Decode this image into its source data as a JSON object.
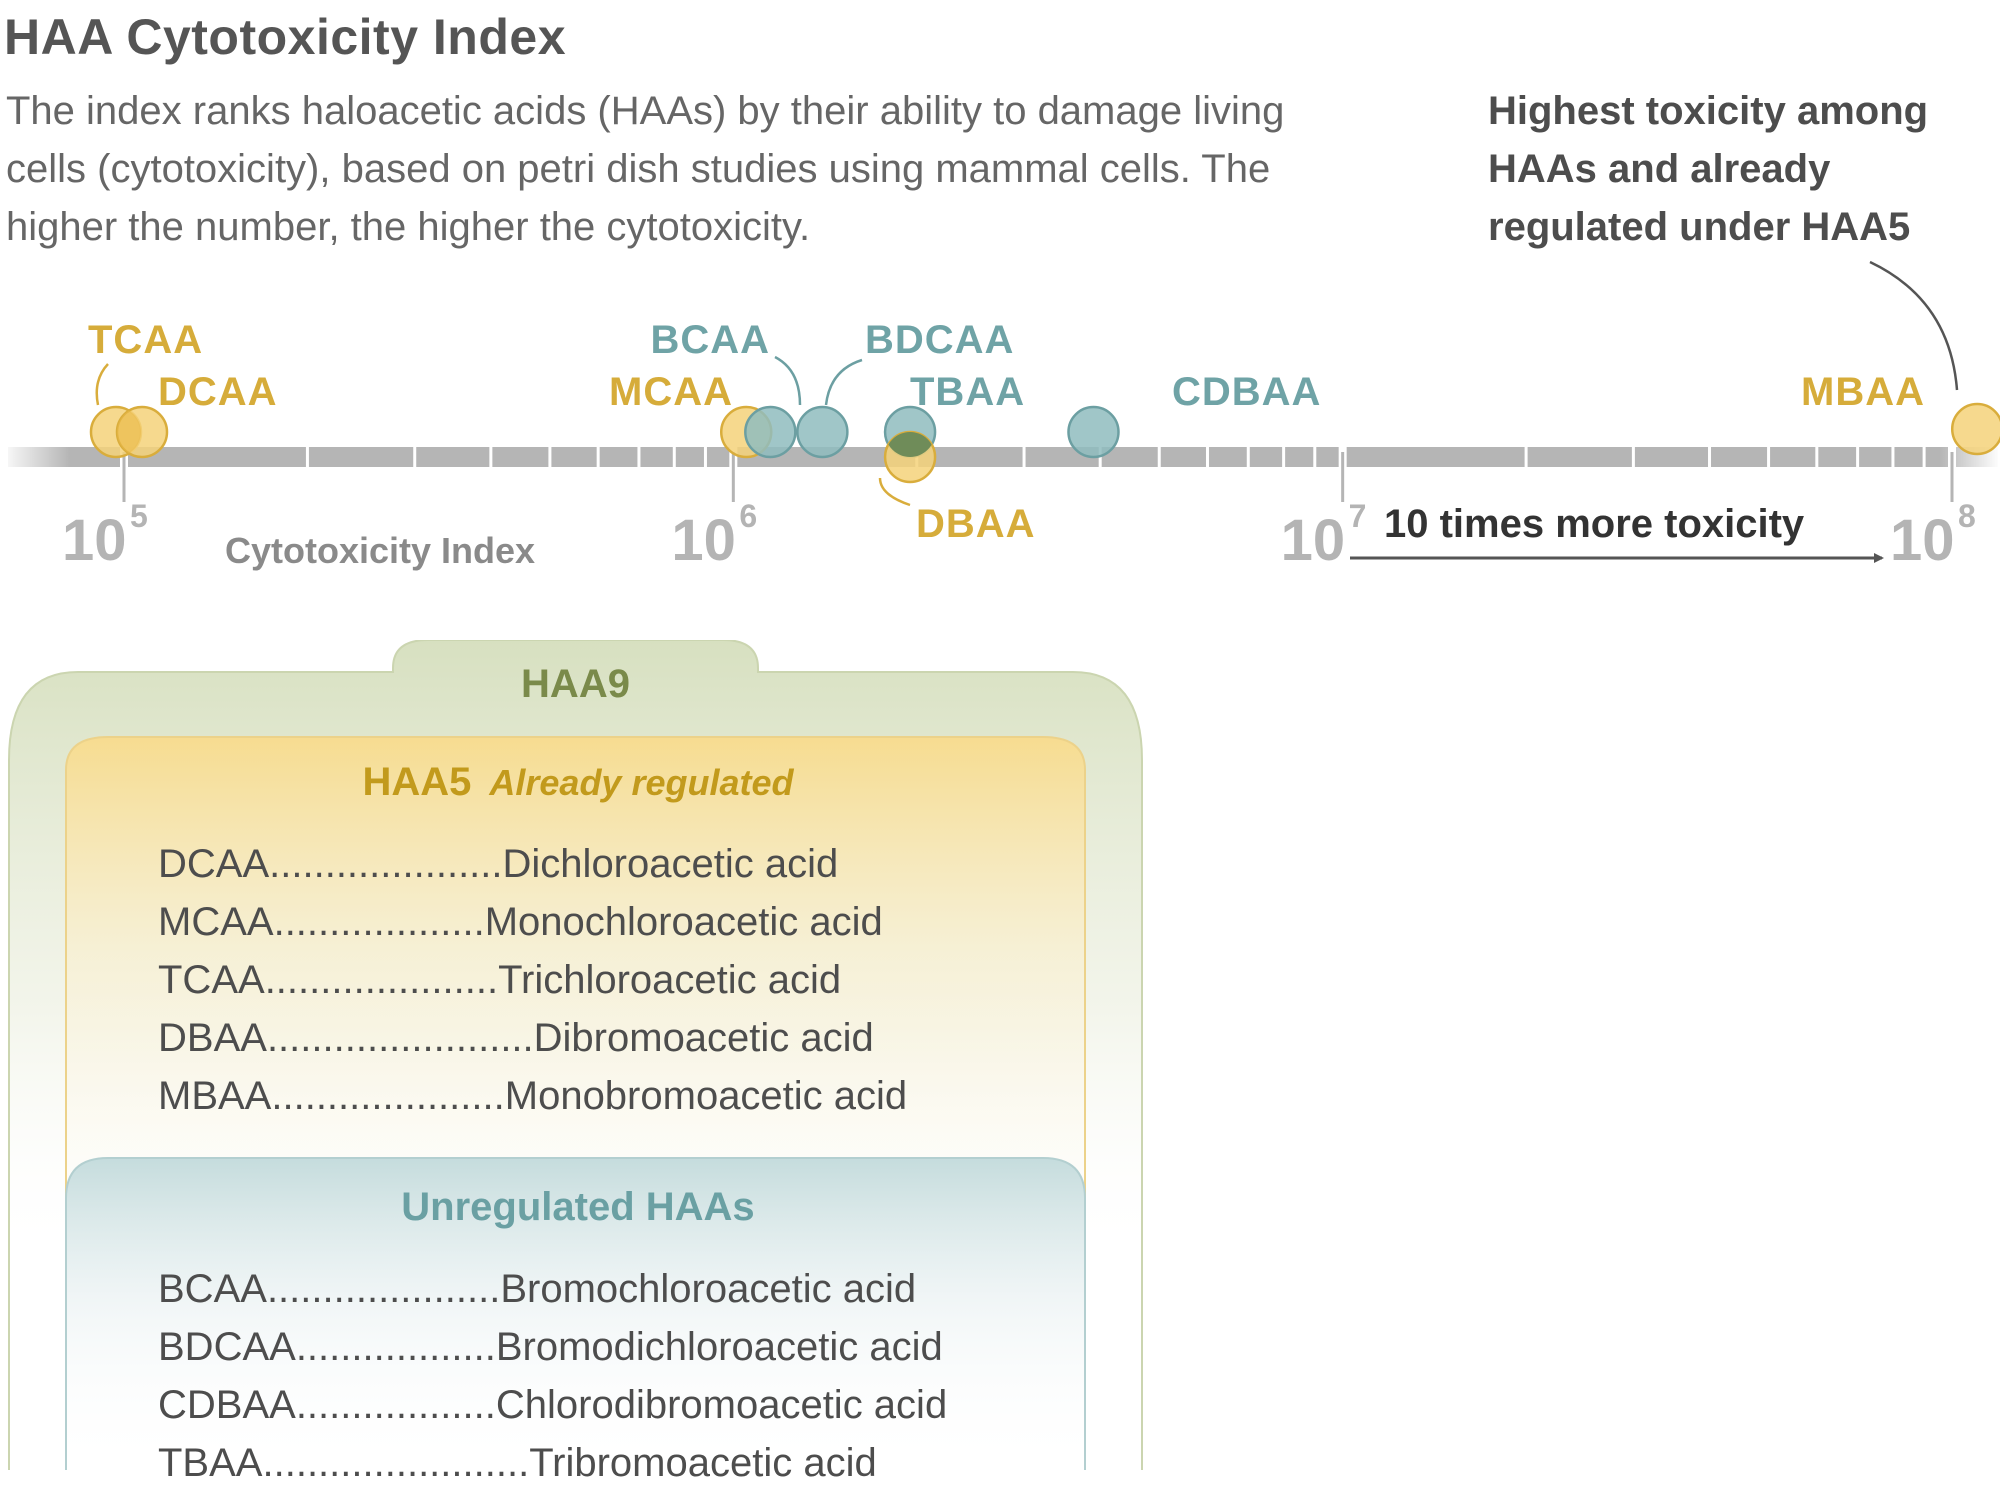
{
  "title": "HAA Cytotoxicity Index",
  "subtitle": "The index ranks haloacetic acids (HAAs) by their ability to damage living cells (cytotoxicity), based on petri dish studies using mammal cells. The higher the number, the higher the cytotoxicity.",
  "callout": "Highest toxicity among HAAs and already regulated under HAA5",
  "arrow_label": "10 times more toxicity",
  "colors": {
    "regulated": "#f5d27a",
    "regulated_stroke": "#d9ad3c",
    "regulated_text": "#d6ac3a",
    "unregulated": "#8fbcbe",
    "unregulated_stroke": "#6c9fa2",
    "unregulated_text": "#6fa3a6",
    "overlap": "#6f8c59",
    "axis": "#b5b5b5",
    "haa9": "#d7e0c0",
    "haa5": "#f7dc90",
    "unreg_panel": "#c5dcdd"
  },
  "chart_data": {
    "type": "scatter",
    "scale": "log",
    "xlabel": "Cytotoxicity Index",
    "xlim": [
      100000,
      100000000
    ],
    "ticks": [
      {
        "base": "10",
        "exp": "5",
        "value": 100000
      },
      {
        "base": "10",
        "exp": "6",
        "value": 1000000
      },
      {
        "base": "10",
        "exp": "7",
        "value": 10000000
      },
      {
        "base": "10",
        "exp": "8",
        "value": 100000000
      }
    ],
    "series": [
      {
        "name": "HAA5 Already regulated",
        "group": "regulated"
      },
      {
        "name": "Unregulated HAAs",
        "group": "unregulated"
      }
    ],
    "points": [
      {
        "label": "TCAA",
        "value": 100000,
        "group": "regulated"
      },
      {
        "label": "DCAA",
        "value": 100000,
        "group": "regulated"
      },
      {
        "label": "MCAA",
        "value": 1050000,
        "group": "regulated"
      },
      {
        "label": "BCAA",
        "value": 1150000,
        "group": "unregulated"
      },
      {
        "label": "BDCAA",
        "value": 1400000,
        "group": "unregulated"
      },
      {
        "label": "TBAA",
        "value": 1950000,
        "group": "unregulated"
      },
      {
        "label": "DBAA",
        "value": 1950000,
        "group": "regulated"
      },
      {
        "label": "CDBAA",
        "value": 3900000,
        "group": "unregulated"
      },
      {
        "label": "MBAA",
        "value": 110000000,
        "group": "regulated"
      }
    ]
  },
  "panel": {
    "haa9_title": "HAA9",
    "haa5_title": "HAA5",
    "haa5_subtitle": "Already regulated",
    "unregulated_title": "Unregulated HAAs",
    "regulated_acids": [
      {
        "abbr": "DCAA",
        "dots": ".....................",
        "name": "Dichloroacetic acid"
      },
      {
        "abbr": "MCAA",
        "dots": " ...................",
        "name": "Monochloroacetic acid"
      },
      {
        "abbr": "TCAA",
        "dots": " .....................",
        "name": "Trichloroacetic acid"
      },
      {
        "abbr": "DBAA",
        "dots": "........................",
        "name": "Dibromoacetic acid"
      },
      {
        "abbr": "MBAA",
        "dots": " .....................",
        "name": "Monobromoacetic acid"
      }
    ],
    "unregulated_acids": [
      {
        "abbr": "BCAA",
        "dots": " .....................",
        "name": "Bromochloroacetic acid"
      },
      {
        "abbr": "BDCAA",
        "dots": " ..................",
        "name": "Bromodichloroacetic acid"
      },
      {
        "abbr": "CDBAA",
        "dots": " ..................",
        "name": "Chlorodibromoacetic acid"
      },
      {
        "abbr": "TBAA",
        "dots": "........................",
        "name": "Tribromoacetic acid"
      }
    ]
  }
}
